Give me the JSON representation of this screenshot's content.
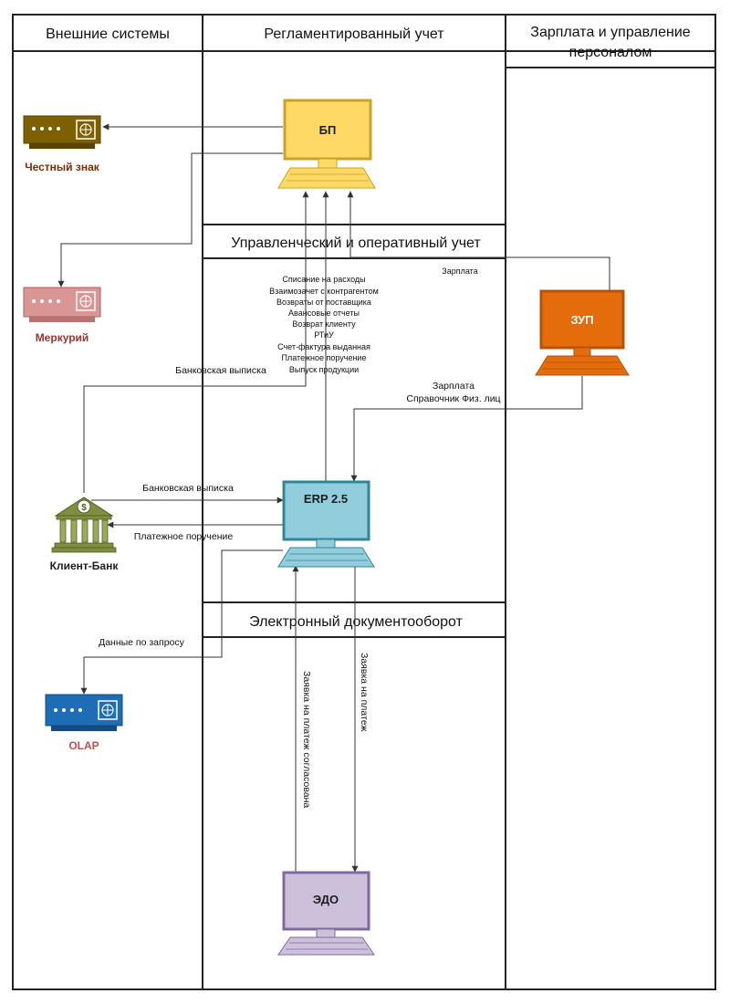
{
  "lanes": {
    "external": "Внешние системы",
    "regulated": "Регламентированный учет",
    "hr_line1": "Зарплата и управление",
    "hr_line2": "персоналом",
    "management": "Управленческий и оперативный учет",
    "edo_section": "Электронный документооборот"
  },
  "nodes": {
    "bp": "БП",
    "zup": "ЗУП",
    "erp": "ERP 2.5",
    "edo": "ЭДО"
  },
  "external_systems": {
    "chestny_znak": "Честный знак",
    "merkuriy": "Меркурий",
    "client_bank": "Клиент-Банк",
    "olap": "OLAP"
  },
  "flows": {
    "erp_to_bp": [
      "Списание на расходы",
      "Взаимозачет с контрагентом",
      "Возвраты от поставщика",
      "Авансовые отчеты",
      "Возврат клиенту",
      "РТиУ",
      "Счет-фактура выданная",
      "Платежное поручение",
      "Выпуск продукции"
    ],
    "zup_to_bp": "Зарплата",
    "zup_to_erp_line1": "Зарплата",
    "zup_to_erp_line2": "Справочник Физ. лиц",
    "bank_to_bp": "Банковская выписка",
    "bank_to_erp": "Банковская выписка",
    "erp_to_bank": "Платежное поручение",
    "to_olap": "Данные по запросу",
    "erp_to_edo": "Заявка на платеж",
    "edo_to_erp": "Заявка на платеж согласована"
  },
  "colors": {
    "bp_fill": "#FFD966",
    "bp_border": "#C9A227",
    "zup_fill": "#E46C0A",
    "zup_border": "#B4520A",
    "erp_fill": "#92CDDC",
    "erp_border": "#31849B",
    "edo_fill": "#CCC0DA",
    "edo_border": "#7F6A9F",
    "chestny_znak": "#7F6000",
    "merkuriy": "#D99694",
    "olap": "#1F6EB5",
    "client_bank": "#6B7D3A"
  },
  "icons": {
    "computer": "computer-icon",
    "server": "server-icon",
    "bank": "bank-icon"
  }
}
